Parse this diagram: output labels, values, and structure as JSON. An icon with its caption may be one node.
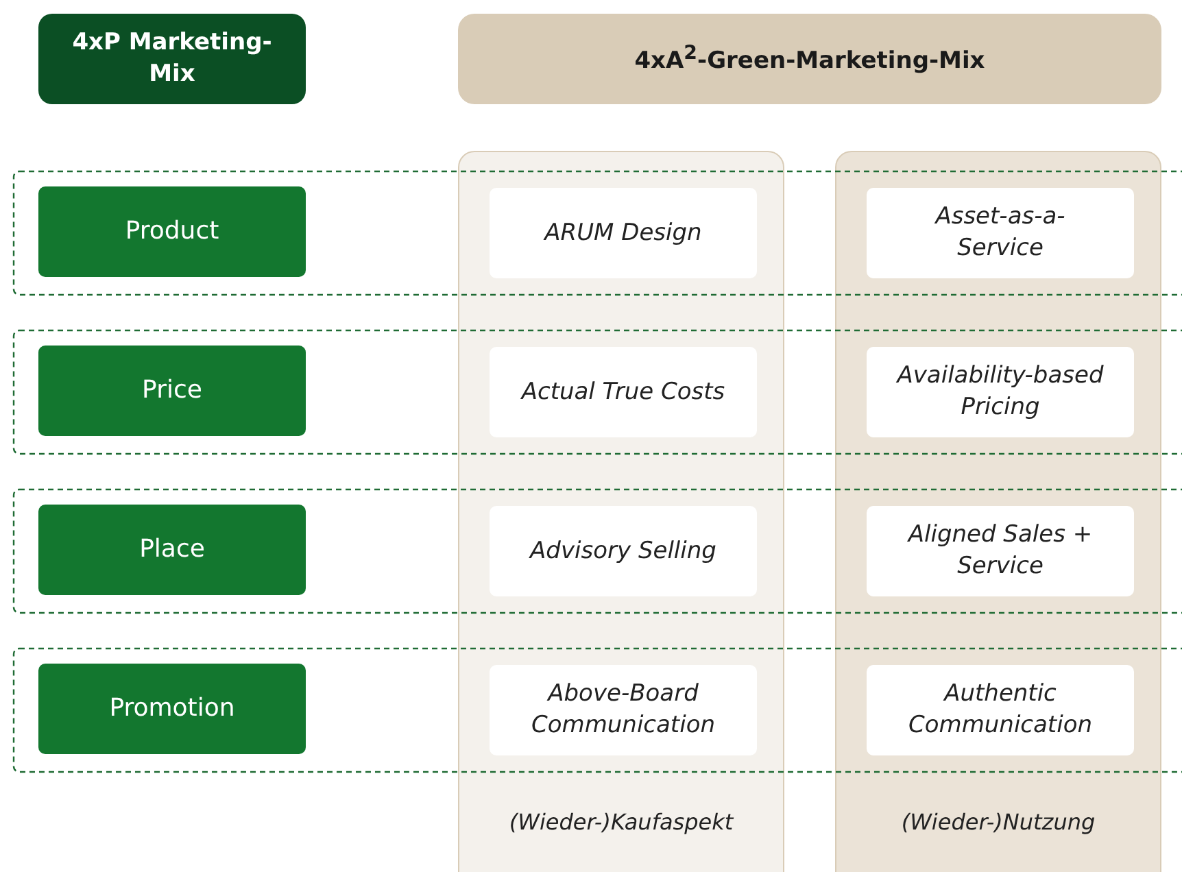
{
  "diagram": {
    "nodes": [
      {
        "text": [
          "4xP Marketing-Mix"
        ]
      },
      {
        "text": [
          "4xA$^{2}$-Green-Marketing-Mix"
        ]
      },
      {
        "text": [
          "Product"
        ]
      },
      {
        "text": [
          "Price"
        ]
      },
      {
        "text": [
          "Place"
        ]
      },
      {
        "text": [
          "Promotion"
        ]
      },
      {
        "text": [
          "(Wieder-)Kaufaspekt"
        ]
      },
      {
        "text": [
          "ARUM Design"
        ],
        "in": 6
      },
      {
        "text": [
          "Actual True Costs"
        ],
        "in": 6
      },
      {
        "text": [
          "Advisory Selling"
        ],
        "in": 6
      },
      {
        "text": [
          "Above-Board Communication"
        ],
        "in": 6
      },
      {
        "text": [
          "(Wieder-)Nutzung"
        ]
      },
      {
        "text": [
          "Asset-as-a-Service"
        ],
        "in": 11
      },
      {
        "text": [
          "Availability-based Pricing"
        ],
        "in": 11
      },
      {
        "text": [
          "Aligned Sales + Service"
        ],
        "in": 11
      },
      {
        "text": [
          "Authentic Communication"
        ],
        "in": 11
      }
    ]
  }
}
